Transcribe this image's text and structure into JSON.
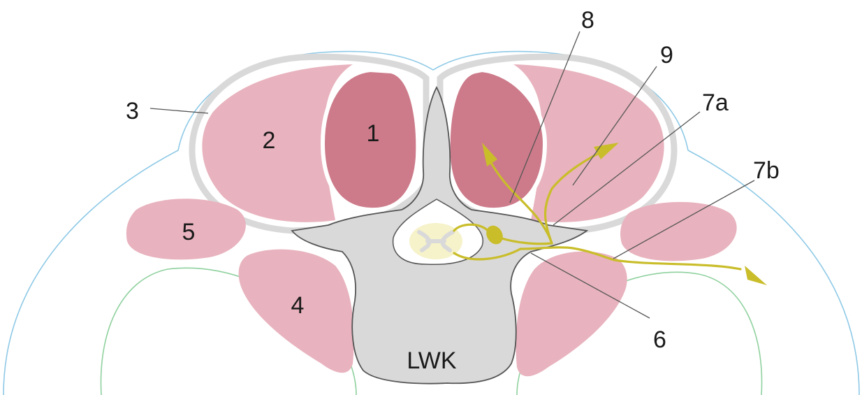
{
  "labels": {
    "muscle_1": "1",
    "muscle_2": "2",
    "fascia_3": "3",
    "muscle_4": "4",
    "muscle_5": "5",
    "ganglion_6": "6",
    "branch_7a": "7a",
    "branch_7b": "7b",
    "branch_8": "8",
    "branch_9": "9",
    "vertebra": "LWK"
  },
  "colors": {
    "skin_outline": "#8ec9e6",
    "peritoneum_outline": "#8fd19e",
    "fascia": "#d9d9d9",
    "muscle_light": "#e8b3be",
    "muscle_dark": "#cd7b8a",
    "bone": "#d9d9d9",
    "bone_outline": "#555555",
    "spinal_cord": "#f6f2c9",
    "nerve": "#c9bd2a"
  }
}
